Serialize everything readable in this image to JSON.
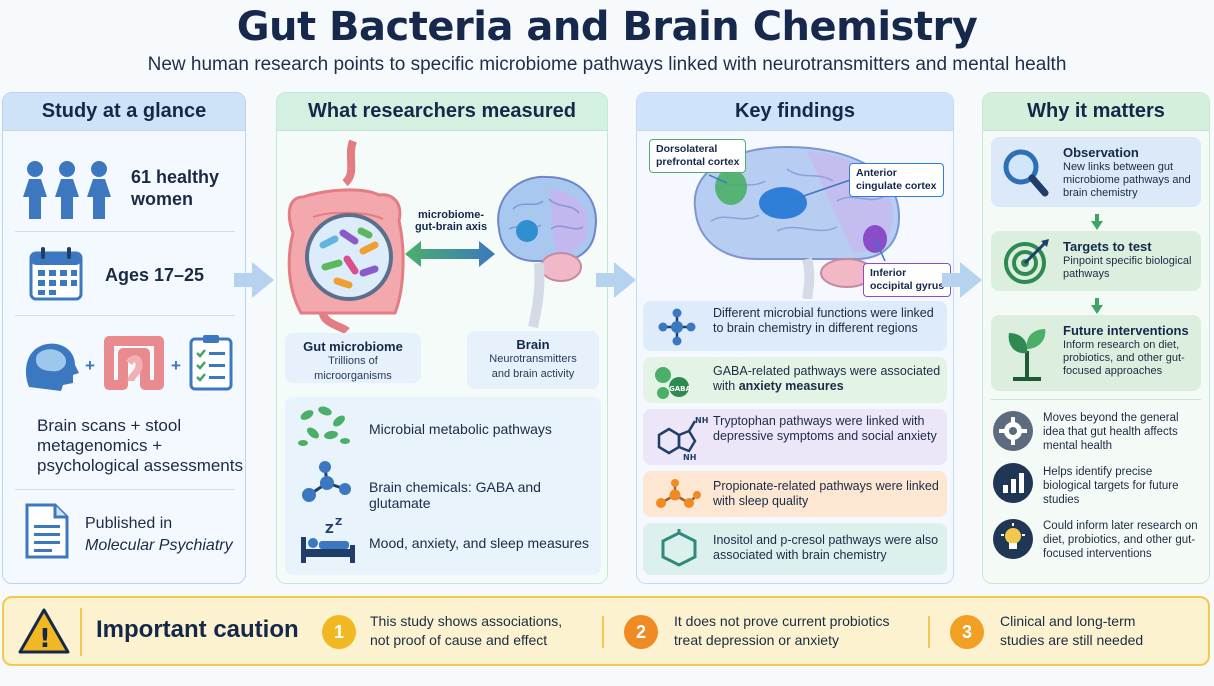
{
  "header": {
    "title": "Gut Bacteria and Brain Chemistry",
    "subtitle": "New human research points to specific microbiome pathways linked with neurotransmitters and mental health"
  },
  "study": {
    "heading": "Study at a glance",
    "participants_line1": "61 healthy",
    "participants_line2": "women",
    "ages": "Ages 17–25",
    "plus": "+",
    "methods_line1": "Brain scans + stool",
    "methods_line2": "metagenomics +",
    "methods_line3": "psychological assessments",
    "published_line1": "Published in",
    "journal": "Molecular Psychiatry"
  },
  "measured": {
    "heading": "What researchers measured",
    "axis_line1": "microbiome-",
    "axis_line2": "gut-brain axis",
    "gut_title": "Gut microbiome",
    "gut_sub": "Trillions of microorganisms",
    "brain_title": "Brain",
    "brain_sub_line1": "Neurotransmitters",
    "brain_sub_line2": "and brain activity",
    "items": [
      "Microbial metabolic pathways",
      "Brain chemicals: GABA and glutamate",
      "Mood, anxiety, and sleep measures"
    ],
    "sleep_z": "Z"
  },
  "findings": {
    "heading": "Key findings",
    "callout_dlpfc_line1": "Dorsolateral",
    "callout_dlpfc_line2": "prefrontal cortex",
    "callout_acc_line1": "Anterior",
    "callout_acc_line2": "cingulate cortex",
    "callout_iog_line1": "Inferior",
    "callout_iog_line2": "occipital gyrus",
    "gaba_tag": "GABA",
    "nh2_tag": "NH₂",
    "nh_tag": "NH",
    "items": [
      "Different microbial functions were linked to brain chemistry in different regions",
      "GABA-related pathways were associated with",
      "Tryptophan pathways were linked with depressive symptoms and social anxiety",
      "Propionate-related pathways were linked with sleep quality",
      "Inositol and p-cresol pathways were also associated with brain chemistry"
    ],
    "gaba_bold": "anxiety measures"
  },
  "why": {
    "heading": "Why it matters",
    "steps": [
      {
        "title": "Observation",
        "sub": "New links between gut microbiome pathways and brain chemistry"
      },
      {
        "title": "Targets to test",
        "sub": "Pinpoint specific biological pathways"
      },
      {
        "title": "Future interventions",
        "sub": "Inform research on diet, probiotics, and other gut-focused approaches"
      }
    ],
    "points": [
      "Moves beyond the general idea that gut health affects mental health",
      "Helps identify precise biological targets for future studies",
      "Could inform later research on diet, probiotics, and other gut-focused interventions"
    ]
  },
  "caution": {
    "warning_glyph": "!",
    "title": "Important caution",
    "items": [
      {
        "num": "1",
        "line1": "This study shows associations,",
        "line2": "not proof of cause and effect"
      },
      {
        "num": "2",
        "line1": "It does not prove current probiotics",
        "line2": "treat depression or anxiety"
      },
      {
        "num": "3",
        "line1": "Clinical and long-term",
        "line2": "studies are still needed"
      }
    ]
  },
  "colors": {
    "accent_blue": "#2f6fb5",
    "accent_green": "#3fa564",
    "caution_yellow": "#f2c94c",
    "num_yellow": "#f2b824",
    "num_orange": "#f08a24"
  }
}
